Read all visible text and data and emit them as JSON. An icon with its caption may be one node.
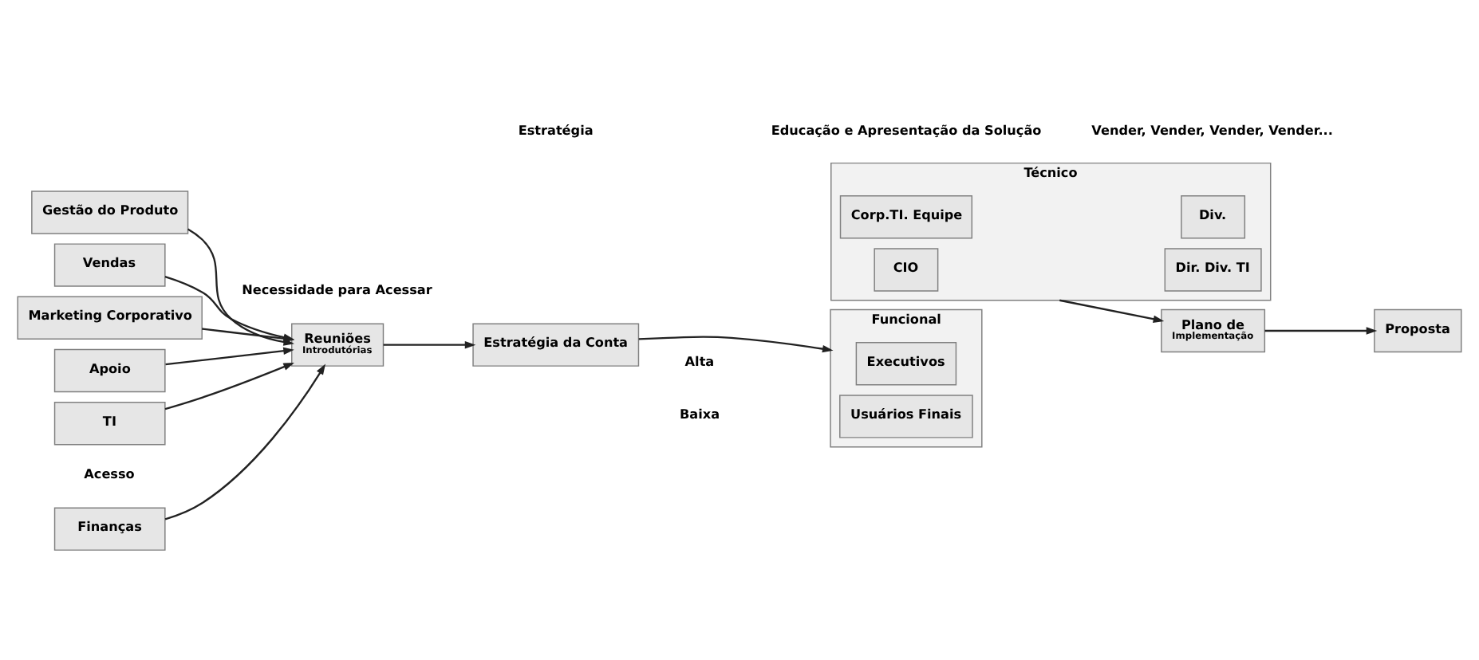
{
  "diagram": {
    "nodes": [
      {
        "text": [
          "Finanças"
        ]
      },
      {
        "text": [
          "Gestão do Produto"
        ]
      },
      {
        "text": [
          "Vendas"
        ]
      },
      {
        "text": [
          "Marketing Corporativo"
        ]
      },
      {
        "text": [
          "Apoio"
        ]
      },
      {
        "text": [
          "TI"
        ]
      },
      {
        "text": [
          "Reuniões",
          "Introdutórias"
        ]
      },
      {
        "text": [
          "Estratégia da Conta"
        ]
      },
      {
        "text": [
          "Funcional"
        ]
      },
      {
        "text": [
          "Executivos"
        ],
        "in": 8
      },
      {
        "text": [
          "Usuários Finais"
        ],
        "in": 8
      },
      {
        "text": [
          "Técnico"
        ]
      },
      {
        "text": [
          "CIO"
        ],
        "in": 11
      },
      {
        "text": [
          "Dir. Div. TI"
        ],
        "in": 11
      },
      {
        "text": [
          "Corp.TI. Equipe"
        ],
        "in": 11
      },
      {
        "text": [
          "Div."
        ],
        "in": 11
      },
      {
        "text": [
          "Plano de",
          "Implementação"
        ]
      },
      {
        "text": [
          "Proposta"
        ]
      }
    ],
    "edges": [
      {
        "from": 0,
        "to": 6,
        "arrow": "to"
      },
      {
        "from": 1,
        "to": 6,
        "arrow": "to"
      },
      {
        "from": 2,
        "to": 6,
        "arrow": "to"
      },
      {
        "from": 3,
        "to": 6,
        "arrow": "to"
      },
      {
        "from": 4,
        "to": 6,
        "arrow": "to"
      },
      {
        "from": 5,
        "to": 6,
        "arrow": "to"
      },
      {
        "from": 6,
        "to": 7,
        "arrow": "to"
      },
      {
        "from": 7,
        "to": 8,
        "arrow": "to"
      },
      {
        "from": 11,
        "to": 16,
        "arrow": "to"
      },
      {
        "from": 16,
        "to": 17,
        "arrow": "to"
      }
    ],
    "labels": [
      "Acesso",
      "Necessidade para Acessar",
      "Estratégia",
      "Educação e Apresentação da Solução",
      "Vender, Vender, Vender, Vender...",
      "Alta",
      "Baixa"
    ]
  }
}
